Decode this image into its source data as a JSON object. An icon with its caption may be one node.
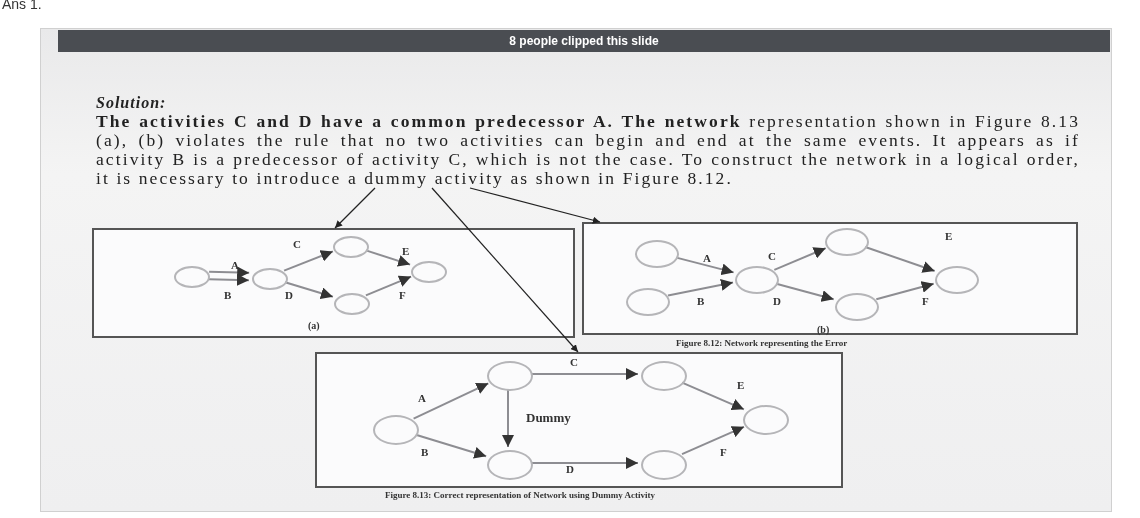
{
  "diagram": {
    "nodes": [
      {
        "text": [
          "Solution:",
          "**The activities C and D have a common predecessor A. The network** representation shown in Figure 8.13 (a), (b) violates the rule that no two activities can begin and end at the same events. It appears as if activity B is a predecessor of activity C, which is not the case. To construct the network in a logical order, it is necessary to introduce a dummy activity as shown in Figure 8.12."
        ]
      },
      {
        "text": [
          "(a)"
        ]
      },
      {
        "text": [],
        "shape": "circle",
        "in": 1
      },
      {
        "text": [],
        "shape": "circle",
        "in": 1
      },
      {
        "text": [],
        "shape": "circle",
        "in": 1
      },
      {
        "text": [],
        "shape": "circle",
        "in": 1
      },
      {
        "text": [],
        "shape": "circle",
        "in": 1
      },
      {
        "text": [
          "(b)"
        ],
        "beside": [
          "Figure 8.12: Network representing the Error"
        ]
      },
      {
        "text": [],
        "shape": "circle",
        "in": 7
      },
      {
        "text": [],
        "shape": "circle",
        "in": 7
      },
      {
        "text": [],
        "shape": "circle",
        "in": 7
      },
      {
        "text": [],
        "shape": "circle",
        "in": 7
      },
      {
        "text": [],
        "shape": "circle",
        "in": 7
      },
      {
        "text": [],
        "shape": "circle",
        "in": 7
      },
      {
        "text": [],
        "shape": "box",
        "beside": [
          "Figure 8.13: Correct representation of Network using Dummy Activity"
        ]
      },
      {
        "text": [],
        "shape": "circle",
        "in": 14
      },
      {
        "text": [],
        "shape": "circle",
        "in": 14
      },
      {
        "text": [],
        "shape": "circle",
        "in": 14
      },
      {
        "text": [],
        "shape": "circle",
        "in": 14
      },
      {
        "text": [],
        "shape": "circle",
        "in": 14
      },
      {
        "text": [],
        "shape": "circle",
        "in": 14
      }
    ],
    "edges": [
      {
        "from": 2,
        "to": 3,
        "label": "A",
        "arrow": "to"
      },
      {
        "from": 2,
        "to": 3,
        "label": "B",
        "arrow": "to"
      },
      {
        "from": 3,
        "to": 4,
        "label": "C",
        "arrow": "to"
      },
      {
        "from": 3,
        "to": 5,
        "label": "D",
        "arrow": "to"
      },
      {
        "from": 4,
        "to": 6,
        "label": "E",
        "arrow": "to"
      },
      {
        "from": 5,
        "to": 6,
        "label": "F",
        "arrow": "to"
      },
      {
        "from": 8,
        "to": 10,
        "label": "A",
        "arrow": "to"
      },
      {
        "from": 9,
        "to": 10,
        "label": "B",
        "arrow": "to"
      },
      {
        "from": 10,
        "to": 11,
        "label": "C",
        "arrow": "to"
      },
      {
        "from": 10,
        "to": 12,
        "label": "D",
        "arrow": "to"
      },
      {
        "from": 11,
        "to": 13,
        "label": "E",
        "arrow": "to"
      },
      {
        "from": 12,
        "to": 13,
        "label": "F",
        "arrow": "to"
      },
      {
        "from": 15,
        "to": 16,
        "label": "A",
        "arrow": "to"
      },
      {
        "from": 15,
        "to": 17,
        "label": "B",
        "arrow": "to"
      },
      {
        "from": 16,
        "to": 17,
        "label": "Dummy",
        "arrow": "to"
      },
      {
        "from": 16,
        "to": 18,
        "label": "C",
        "arrow": "to"
      },
      {
        "from": 17,
        "to": 19,
        "label": "D",
        "arrow": "to"
      },
      {
        "from": 18,
        "to": 20,
        "label": "E",
        "arrow": "to"
      },
      {
        "from": 19,
        "to": 20,
        "label": "F",
        "arrow": "to"
      },
      {
        "from": 0,
        "to": 1,
        "arrow": "to",
        "color": "#222222"
      },
      {
        "from": 0,
        "to": 7,
        "arrow": "to",
        "color": "#222222"
      },
      {
        "from": 0,
        "to": 14,
        "arrow": "to",
        "color": "#222222"
      }
    ],
    "labels": [
      "Ans 1.",
      "8 people clipped this slide"
    ]
  }
}
